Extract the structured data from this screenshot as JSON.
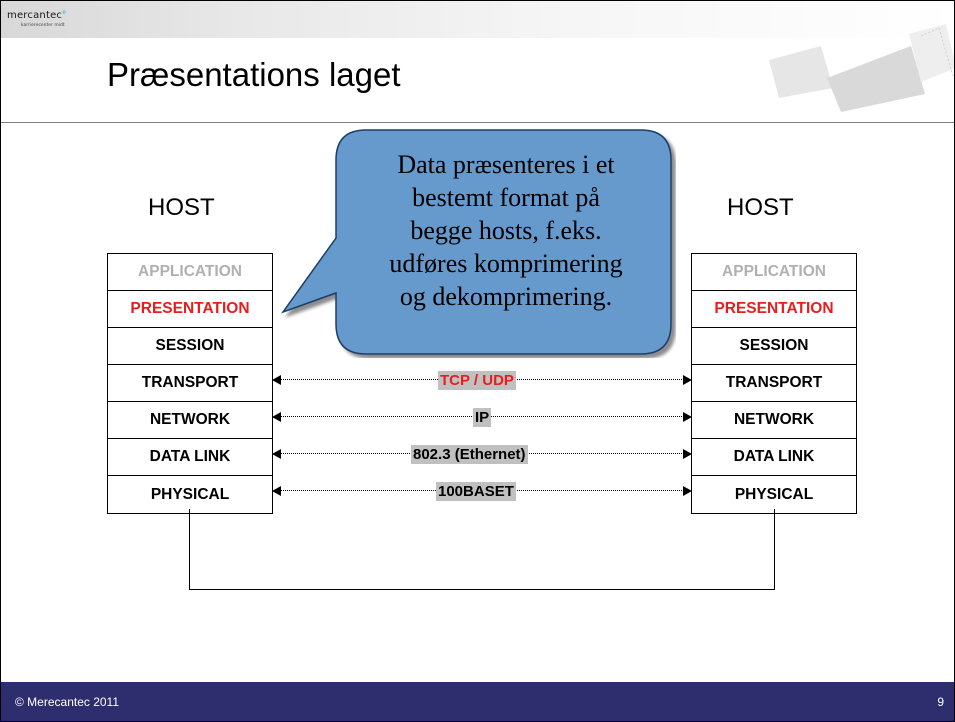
{
  "header": {
    "logo_word": "mercantec",
    "logo_sub": "karrierecenter midt",
    "title": "Præsentations laget"
  },
  "hosts": {
    "left_label": "HOST",
    "right_label": "HOST"
  },
  "layers": [
    {
      "label": "APPLICATION",
      "kind": "app"
    },
    {
      "label": "PRESENTATION",
      "kind": "pres"
    },
    {
      "label": "SESSION",
      "kind": "normal"
    },
    {
      "label": "TRANSPORT",
      "kind": "normal"
    },
    {
      "label": "NETWORK",
      "kind": "normal"
    },
    {
      "label": "DATA LINK",
      "kind": "normal"
    },
    {
      "label": "PHYSICAL",
      "kind": "normal"
    }
  ],
  "protocols": {
    "transport": "TCP / UDP",
    "network": "IP",
    "datalink": "802.3 (Ethernet)",
    "physical": "100BASET"
  },
  "callout": {
    "lines": [
      "Data præsenteres i et",
      "bestemt format på",
      "begge hosts, f.eks.",
      "udføres komprimering",
      "og dekomprimering."
    ]
  },
  "footer": {
    "copyright": "© Merecantec 2011",
    "page": "9"
  },
  "colors": {
    "footer_bg": "#2e2d6e",
    "callout_fill": "#6699cc",
    "presentation_red": "#e61e1e",
    "application_gray": "#b0b0b0",
    "protocol_bg": "#c0c0c0"
  }
}
